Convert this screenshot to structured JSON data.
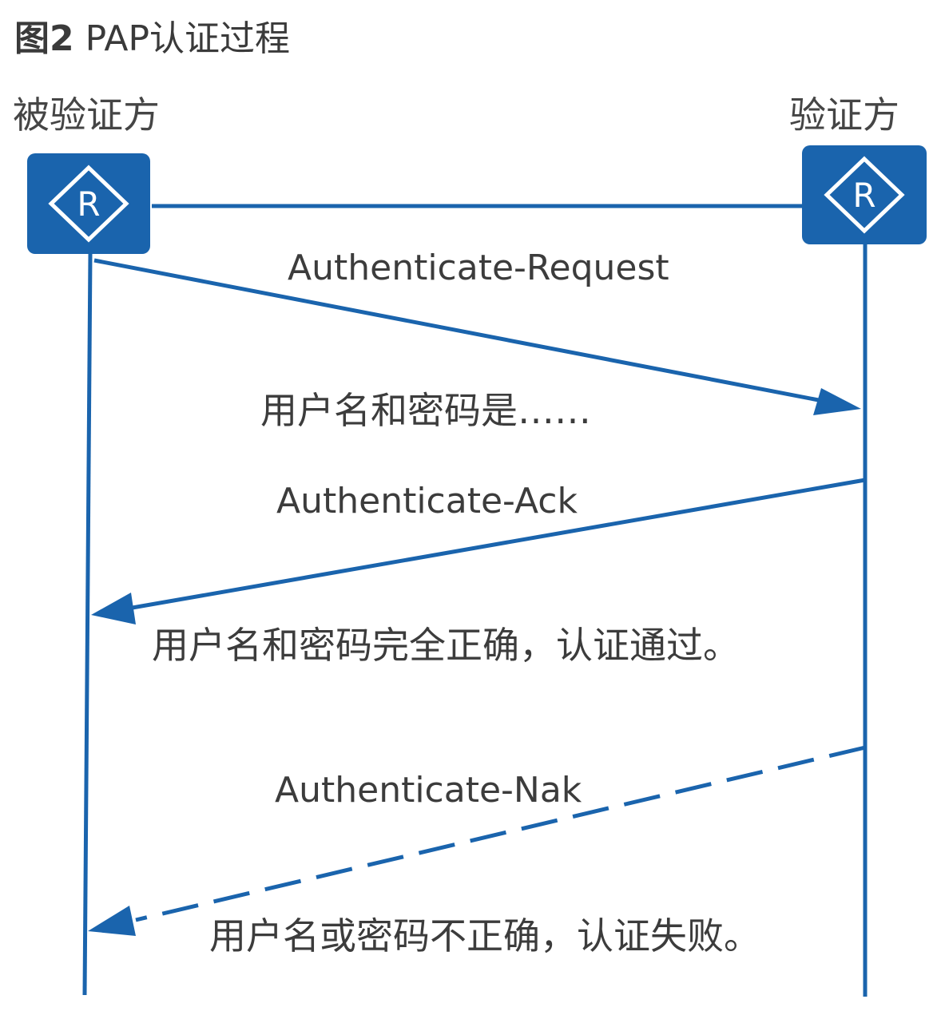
{
  "title": {
    "figure_label": "图2",
    "text": "PAP认证过程"
  },
  "parties": {
    "left": "被验证方",
    "right": "验证方"
  },
  "router_icon": {
    "name": "router-icon",
    "letter": "R"
  },
  "messages": [
    {
      "label": "Authenticate-Request",
      "note": "用户名和密码是……",
      "direction": "left-to-right",
      "style": "solid"
    },
    {
      "label": "Authenticate-Ack",
      "note": "用户名和密码完全正确，认证通过。",
      "direction": "right-to-left",
      "style": "solid"
    },
    {
      "label": "Authenticate-Nak",
      "note": "用户名或密码不正确，认证失败。",
      "direction": "right-to-left",
      "style": "dashed"
    }
  ],
  "colors": {
    "line": "#1a64ad",
    "router_fill": "#1a64ad",
    "text": "#3c3c3c"
  }
}
